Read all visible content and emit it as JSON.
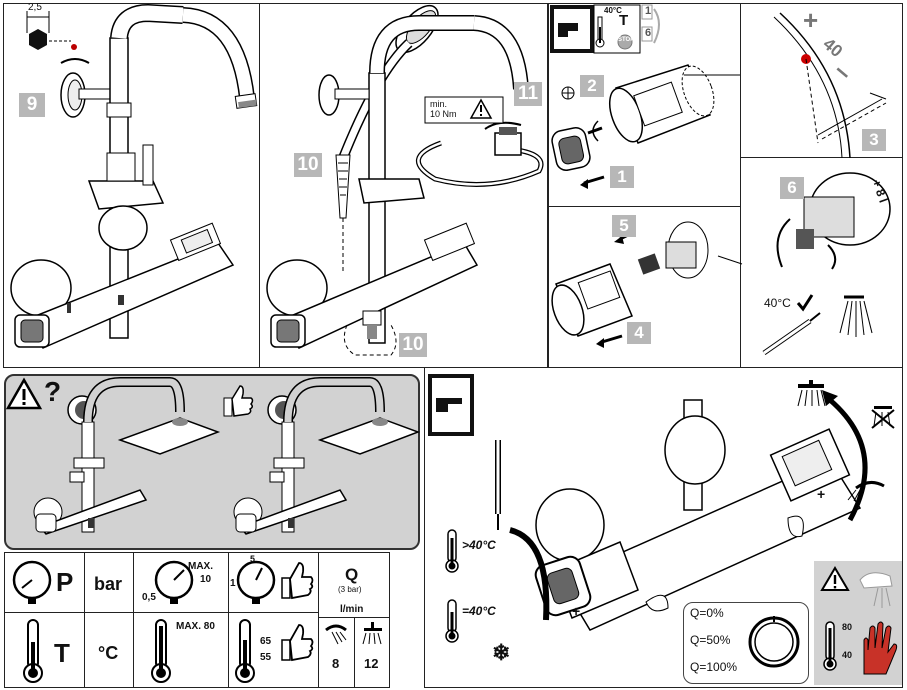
{
  "steps": {
    "s9": "9",
    "s10a": "10",
    "s10b": "10",
    "s11": "11",
    "s1_top": "1",
    "s6_top": "6",
    "s2": "2",
    "s1": "1",
    "s3": "3",
    "s5": "5",
    "s4": "4",
    "s6": "6"
  },
  "dimension": "2,5",
  "torque": {
    "line1": "min.",
    "line2": "10 Nm"
  },
  "header_icon": {
    "temp": "40°C",
    "letter": "T",
    "stop": "STOP"
  },
  "dial_marks": {
    "plus": "+",
    "forty": "40",
    "minus": "–"
  },
  "cartridge_marks": "+ 8 l",
  "setting_temp": "40°C",
  "warning_q": "?",
  "table": {
    "p_symbol": "P",
    "bar_unit": "bar",
    "max_label": "MAX.",
    "max_value": "10",
    "min_value": "0,5",
    "gauge_low": "1",
    "gauge_high": "5",
    "t_symbol": "T",
    "celsius": "°C",
    "max80": "MAX. 80",
    "t65": "65",
    "t55": "55",
    "q_title": "Q",
    "q_sub": "(3 bar)",
    "lmin": "l/min",
    "flow_a": "8",
    "flow_b": "12"
  },
  "main": {
    "gt40": ">40°C",
    "eq40": "=40°C",
    "plus1": "+",
    "plus2": "+",
    "snow": "❄"
  },
  "flow_legend": [
    "Q=0%",
    "Q=50%",
    "Q=100%"
  ],
  "hot_warning": {
    "t80": "80",
    "t40": "40"
  }
}
